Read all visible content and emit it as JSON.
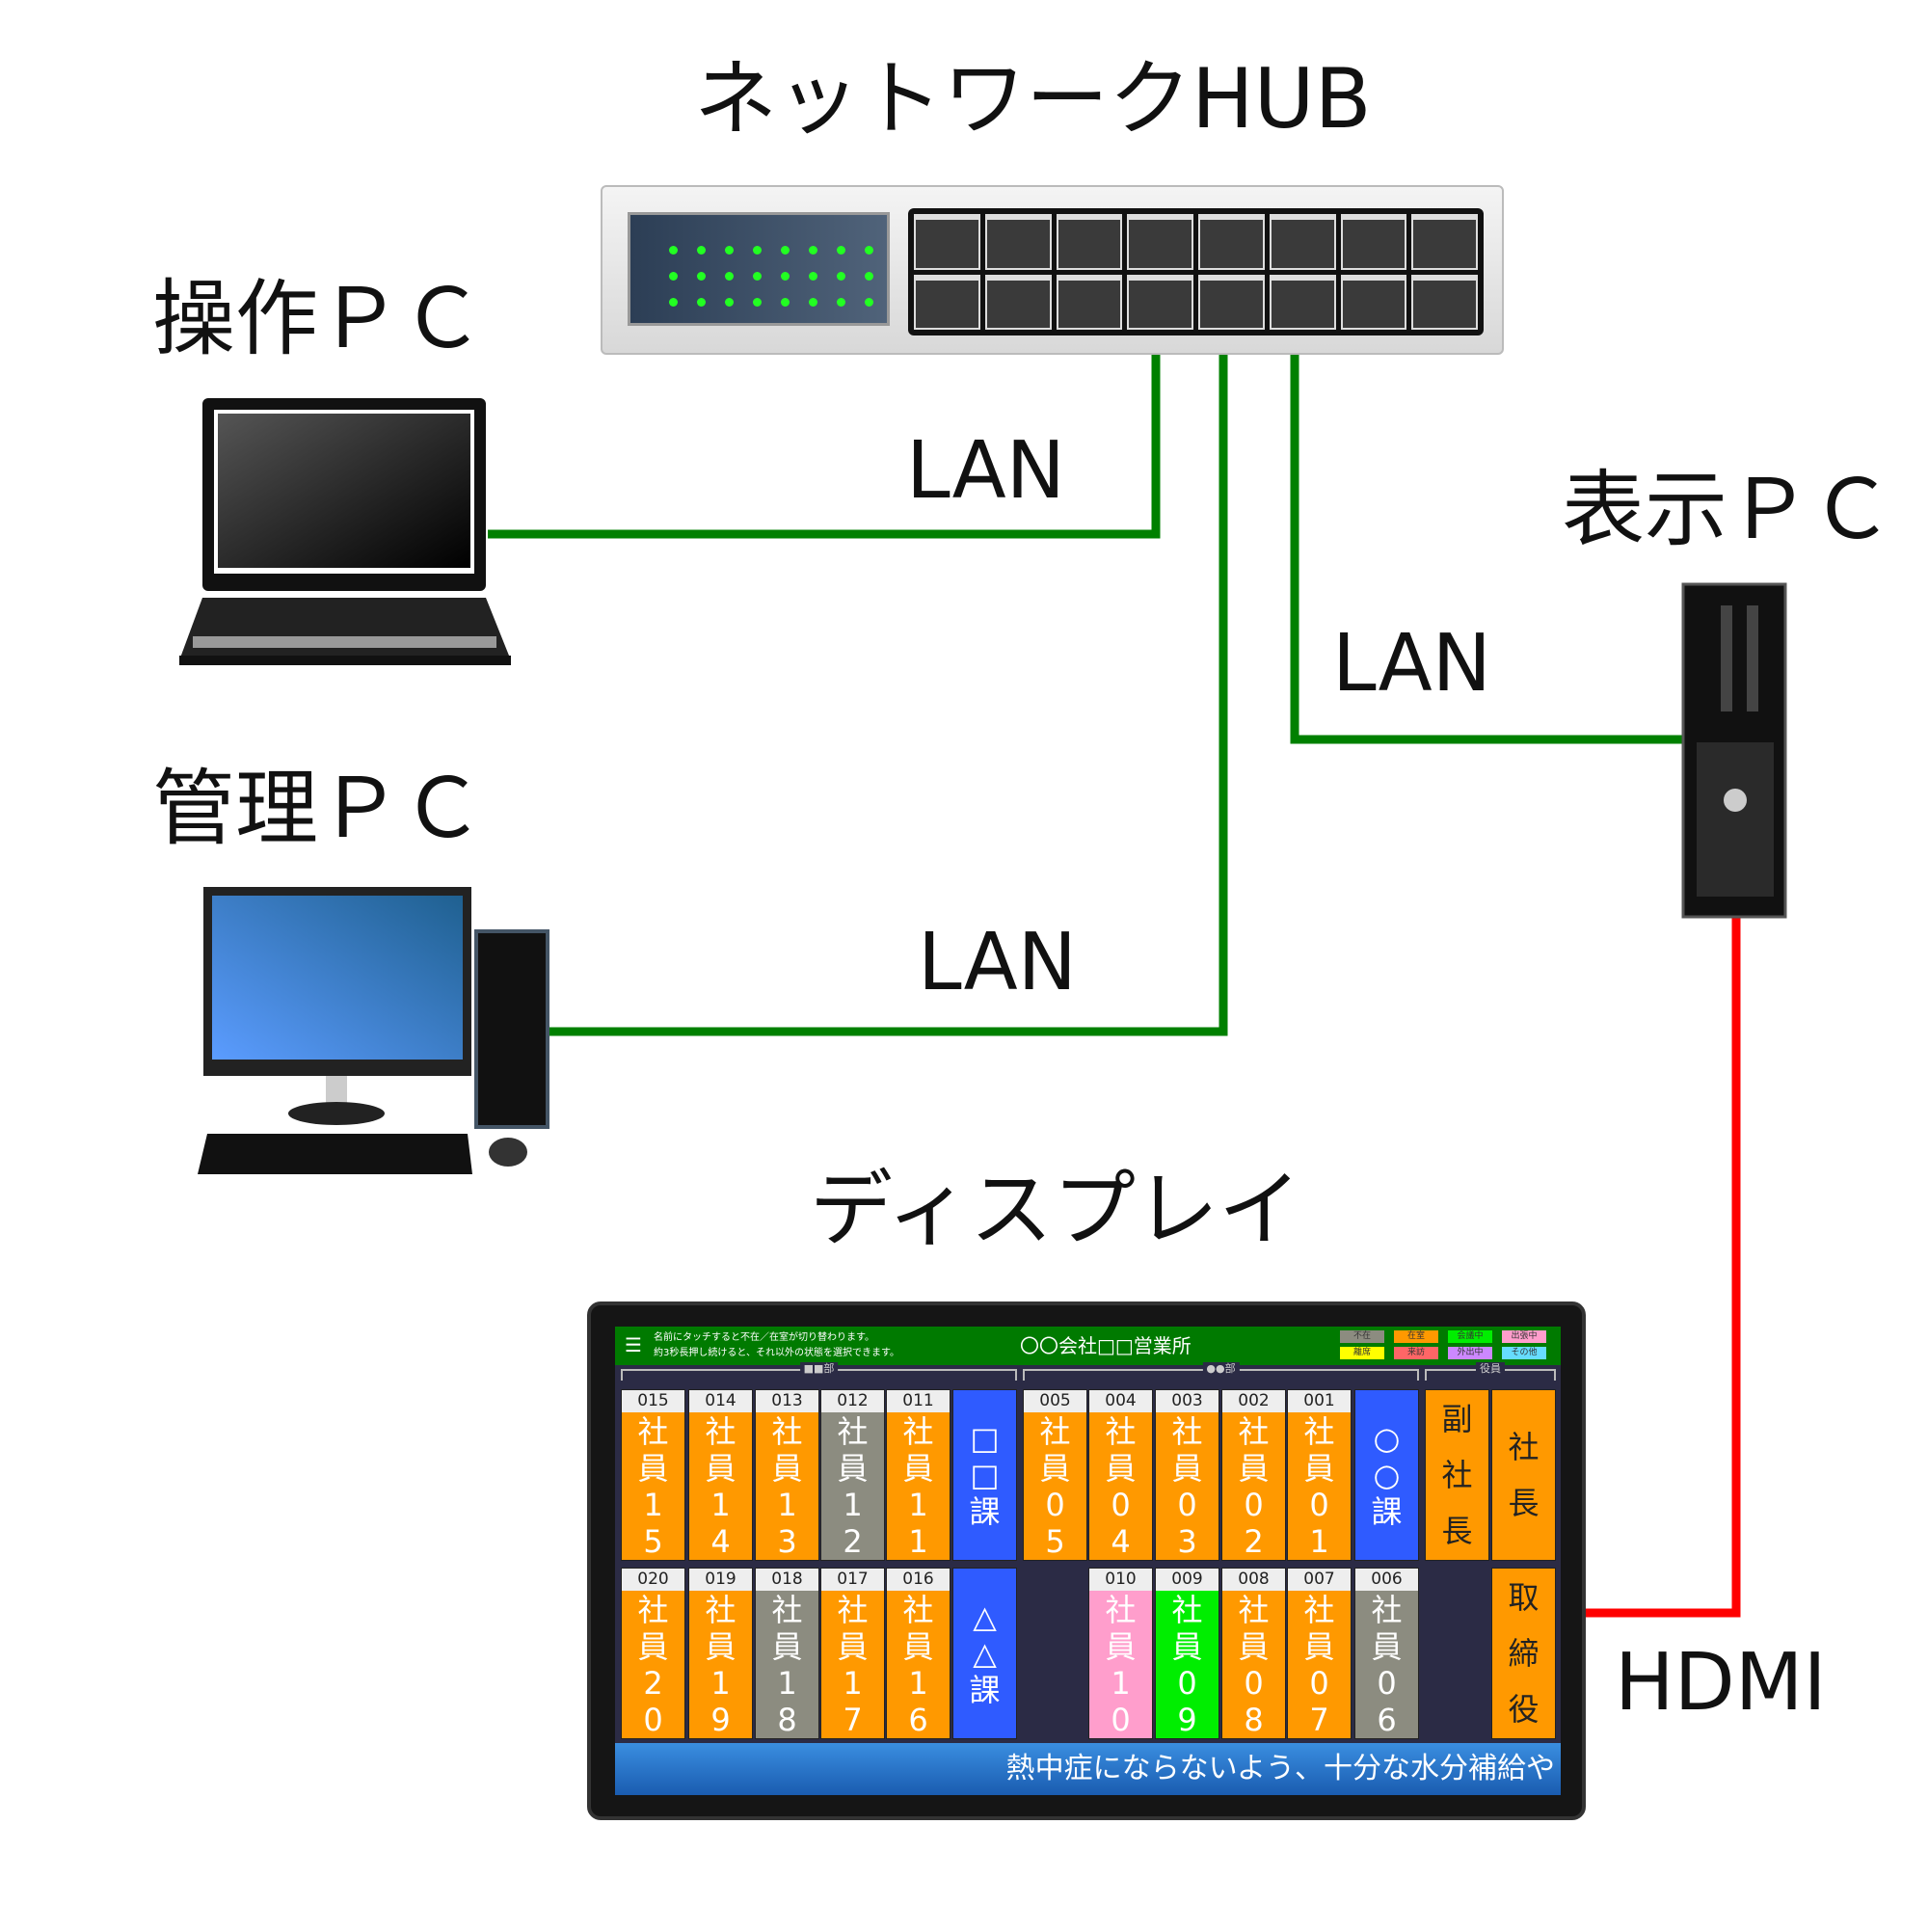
{
  "labels": {
    "hub": "ネットワークHUB",
    "operation_pc": "操作ＰＣ",
    "admin_pc": "管理ＰＣ",
    "display_pc": "表示ＰＣ",
    "display": "ディスプレイ",
    "lan1": "LAN",
    "lan2": "LAN",
    "lan3": "LAN",
    "hdmi": "HDMI"
  },
  "colors": {
    "lan": "#008000",
    "hdmi": "#ff0000"
  },
  "screen": {
    "title": "〇〇会社□□営業所",
    "hint1": "名前にタッチすると不在／在室が切り替わります。",
    "hint2": "約3秒長押し続けると、それ以外の状態を選択できます。",
    "legend": [
      {
        "label": "不在",
        "color": "#8c8c80"
      },
      {
        "label": "在室",
        "color": "#ff9900"
      },
      {
        "label": "会議中",
        "color": "#00ee00"
      },
      {
        "label": "出張中",
        "color": "#ff9ecc"
      },
      {
        "label": "離席",
        "color": "#ffff00"
      },
      {
        "label": "来訪",
        "color": "#ff6666"
      },
      {
        "label": "外出中",
        "color": "#cc88ff"
      },
      {
        "label": "その他",
        "color": "#66ddff"
      }
    ],
    "groups": [
      "■■部",
      "●●部",
      "役員"
    ],
    "cells": [
      {
        "num": "015",
        "name": "社員15",
        "status": "在室"
      },
      {
        "num": "014",
        "name": "社員14",
        "status": "在室"
      },
      {
        "num": "013",
        "name": "社員13",
        "status": "在室"
      },
      {
        "num": "012",
        "name": "社員12",
        "status": "不在"
      },
      {
        "num": "011",
        "name": "社員11",
        "status": "在室"
      },
      {
        "name": "□□課",
        "type": "section"
      },
      {
        "num": "005",
        "name": "社員05",
        "status": "在室"
      },
      {
        "num": "004",
        "name": "社員04",
        "status": "在室"
      },
      {
        "num": "003",
        "name": "社員03",
        "status": "在室"
      },
      {
        "num": "002",
        "name": "社員02",
        "status": "在室"
      },
      {
        "num": "001",
        "name": "社員01",
        "status": "在室"
      },
      {
        "name": "○○課",
        "type": "section"
      },
      {
        "name": "副社長",
        "type": "exec"
      },
      {
        "name": "社長",
        "type": "exec"
      },
      {
        "num": "020",
        "name": "社員20",
        "status": "在室"
      },
      {
        "num": "019",
        "name": "社員19",
        "status": "在室"
      },
      {
        "num": "018",
        "name": "社員18",
        "status": "不在"
      },
      {
        "num": "017",
        "name": "社員17",
        "status": "在室"
      },
      {
        "num": "016",
        "name": "社員16",
        "status": "在室"
      },
      {
        "name": "△△課",
        "type": "section"
      },
      null,
      {
        "num": "010",
        "name": "社員10",
        "status": "出張中"
      },
      {
        "num": "009",
        "name": "社員09",
        "status": "会議中"
      },
      {
        "num": "008",
        "name": "社員08",
        "status": "在室"
      },
      {
        "num": "007",
        "name": "社員07",
        "status": "在室"
      },
      {
        "num": "006",
        "name": "社員06",
        "status": "不在"
      },
      null,
      {
        "name": "取締役",
        "type": "exec"
      }
    ],
    "ticker": "熱中症にならないよう、十分な水分補給や"
  }
}
